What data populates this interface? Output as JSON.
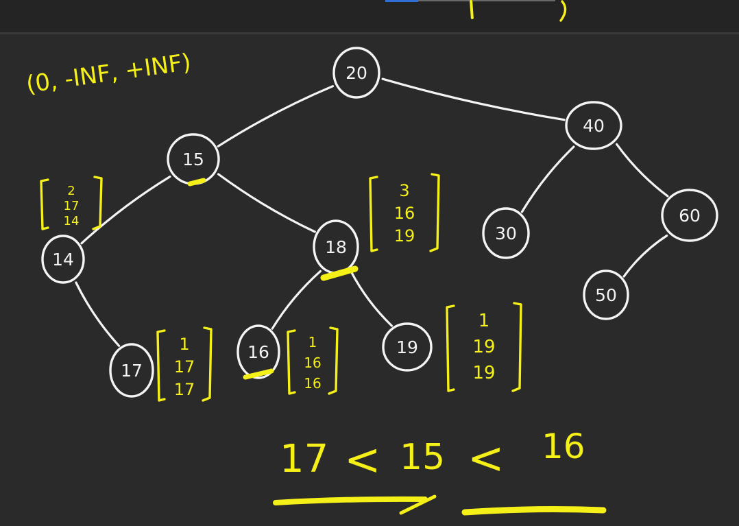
{
  "range_note": "(0, -INF, +INF)",
  "nodes": [
    {
      "id": "n20",
      "label": "20"
    },
    {
      "id": "n15",
      "label": "15"
    },
    {
      "id": "n40",
      "label": "40"
    },
    {
      "id": "n14",
      "label": "14"
    },
    {
      "id": "n18",
      "label": "18"
    },
    {
      "id": "n30",
      "label": "30"
    },
    {
      "id": "n60",
      "label": "60"
    },
    {
      "id": "n17",
      "label": "17"
    },
    {
      "id": "n16",
      "label": "16"
    },
    {
      "id": "n19",
      "label": "19"
    },
    {
      "id": "n50",
      "label": "50"
    }
  ],
  "edges": [
    [
      "n20",
      "n15"
    ],
    [
      "n20",
      "n40"
    ],
    [
      "n15",
      "n14"
    ],
    [
      "n15",
      "n18"
    ],
    [
      "n14",
      "n17"
    ],
    [
      "n18",
      "n16"
    ],
    [
      "n18",
      "n19"
    ],
    [
      "n40",
      "n30"
    ],
    [
      "n40",
      "n60"
    ],
    [
      "n60",
      "n50"
    ]
  ],
  "annotations": [
    {
      "node": "n14",
      "values": [
        "2",
        "17",
        "14"
      ]
    },
    {
      "node": "n18",
      "values": [
        "3",
        "16",
        "19"
      ]
    },
    {
      "node": "n17",
      "values": [
        "1",
        "17",
        "17"
      ]
    },
    {
      "node": "n16",
      "values": [
        "1",
        "16",
        "16"
      ]
    },
    {
      "node": "n19",
      "values": [
        "1",
        "19",
        "19"
      ]
    }
  ],
  "comparison": {
    "left": "17",
    "op1": "<",
    "middle": "15",
    "op2": "<",
    "right": "16"
  },
  "colors": {
    "background": "#2b2a2b",
    "ink": "#f4f4f4",
    "highlight": "#f5f018"
  }
}
